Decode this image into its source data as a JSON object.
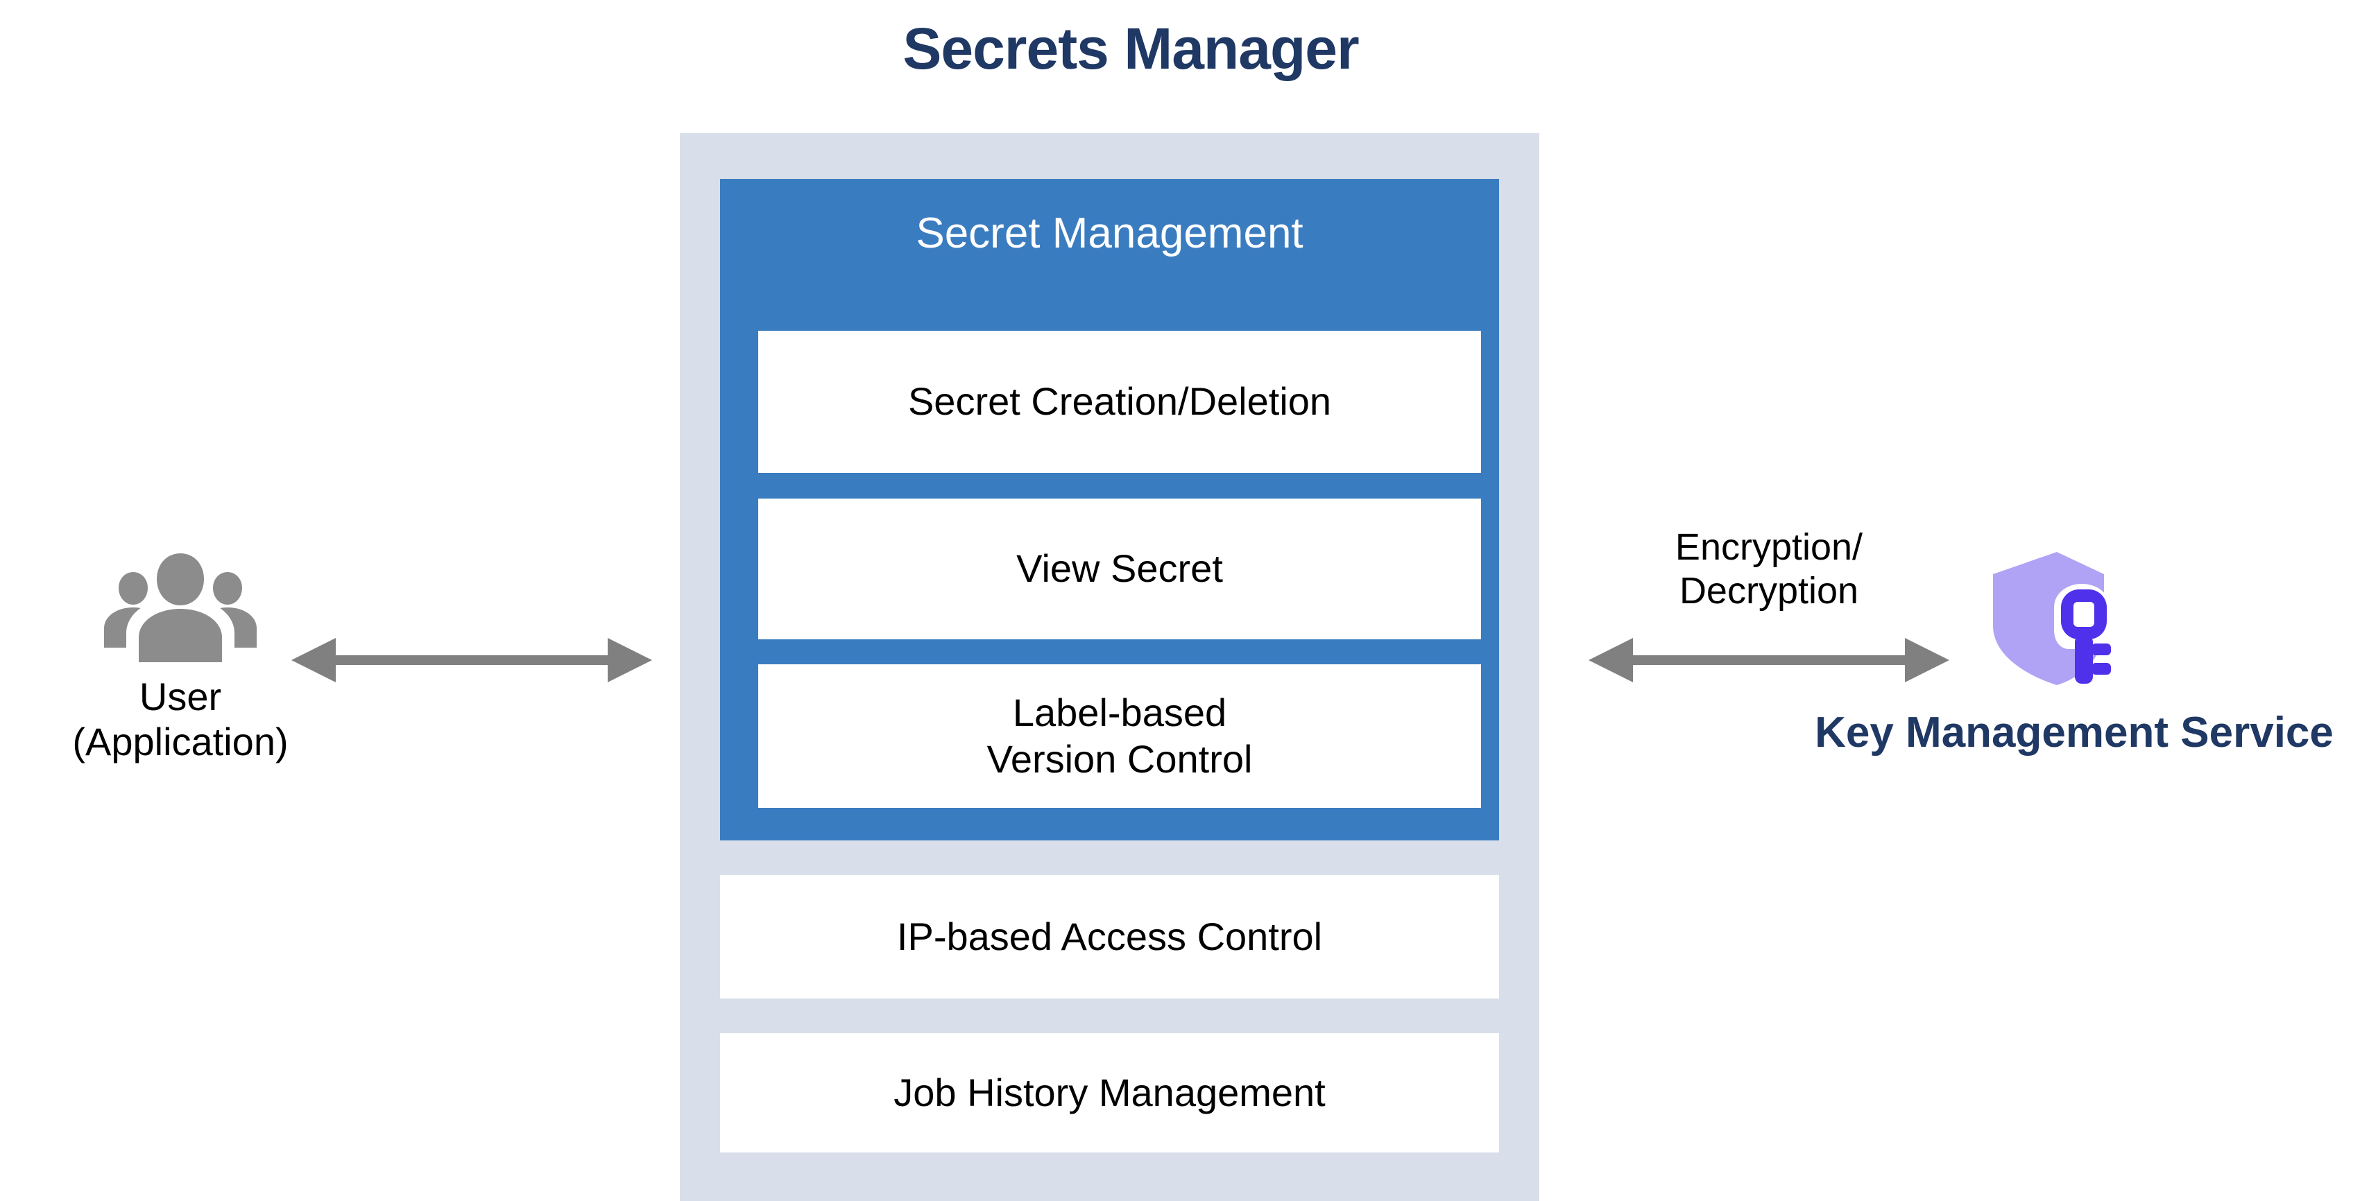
{
  "diagram": {
    "title": "Secrets Manager",
    "title_color": "#1f3864",
    "container_color": "#d8dfea",
    "panel_color": "#3a7cc0",
    "box_color": "#ffffff",
    "arrow_color": "#808080"
  },
  "secret_management": {
    "heading": "Secret Management",
    "features": [
      {
        "label": "Secret Creation/Deletion"
      },
      {
        "label": "View Secret"
      },
      {
        "label": "Label-based\nVersion Control"
      }
    ]
  },
  "manager_features": [
    {
      "label": "IP-based Access Control"
    },
    {
      "label": "Job History Management"
    }
  ],
  "user_actor": {
    "label": "User\n(Application)",
    "icon": "users-group-icon",
    "icon_color": "#8c8c8c"
  },
  "kms_actor": {
    "label": "Key Management Service",
    "icon": "shield-key-icon",
    "shield_color": "#b0a3f5",
    "key_color": "#4f31ec",
    "label_color": "#1f3864"
  },
  "connections": {
    "user_link": {
      "name": "user-to-secrets-manager",
      "label": ""
    },
    "kms_link": {
      "name": "secrets-manager-to-kms",
      "label": "Encryption/\nDecryption"
    }
  }
}
